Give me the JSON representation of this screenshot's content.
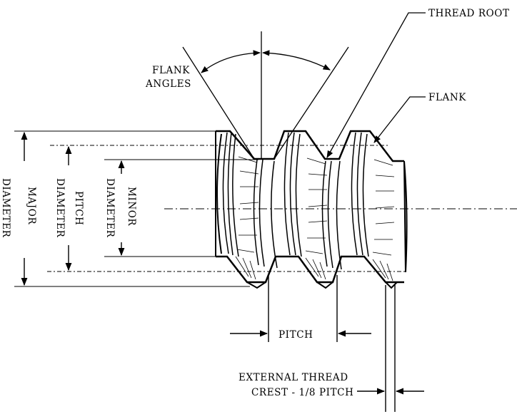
{
  "labels": {
    "thread_root": "THREAD ROOT",
    "flank": "FLANK",
    "flank_angles_line1": "FLANK",
    "flank_angles_line2": "ANGLES",
    "major_diameter_line1": "MAJOR",
    "major_diameter_line2": "DIAMETER",
    "pitch_diameter_line1": "PITCH",
    "pitch_diameter_line2": "DIAMETER",
    "minor_diameter_line1": "MINOR",
    "minor_diameter_line2": "DIAMETER",
    "pitch": "PITCH",
    "external_thread_line1": "EXTERNAL THREAD",
    "external_thread_line2": "CREST - 1/8 PITCH"
  },
  "colors": {
    "ink": "#000000",
    "background": "#ffffff"
  }
}
